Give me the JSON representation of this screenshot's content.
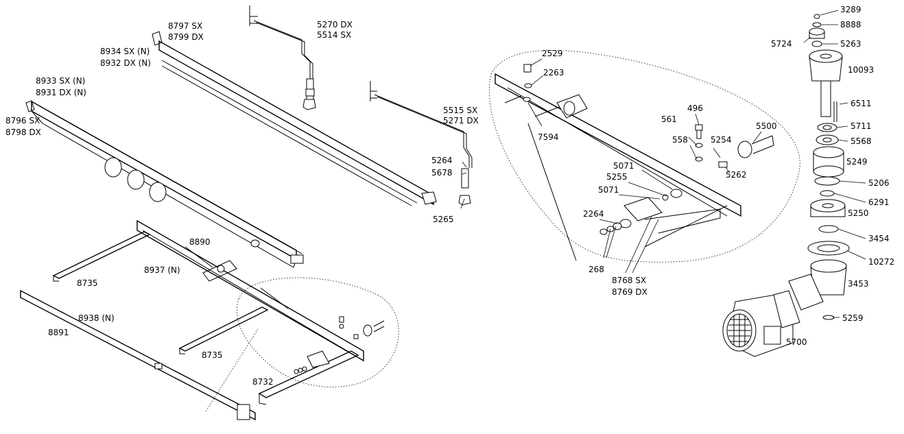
{
  "labels": {
    "l8797": "8797  SX",
    "l8799": "8799  DX",
    "l5270": "5270  DX",
    "l5514": "5514  SX",
    "l8934": "8934  SX  (N)",
    "l8932": "8932  DX  (N)",
    "l8933": "8933  SX  (N)",
    "l8931": "8931  DX  (N)",
    "l8796": "8796  SX",
    "l8798": "8798  DX",
    "l5515": "5515  SX",
    "l5271": "5271  DX",
    "l5264": "5264",
    "l5678": "5678",
    "l5265": "5265",
    "l8890": "8890",
    "l8937": "8937  (N)",
    "l8735a": "8735",
    "l8938": "8938  (N)",
    "l8891": "8891",
    "l8735b": "8735",
    "l8732": "8732",
    "l2529": "2529",
    "l2263": "2263",
    "l7594": "7594",
    "l496": "496",
    "l561": "561",
    "l558": "558",
    "l5500": "5500",
    "l5254": "5254",
    "l5262": "5262",
    "l5071a": "5071",
    "l5255": "5255",
    "l5071b": "5071",
    "l2264": "2264",
    "l268": "268",
    "l8768": "8768  SX",
    "l8769": "8769  DX",
    "l3289": "3289",
    "l8888": "8888",
    "l5724": "5724",
    "l5263": "5263",
    "l10093": "10093",
    "l6511": "6511",
    "l5711": "5711",
    "l5568": "5568",
    "l5249": "5249",
    "l5206": "5206",
    "l6291": "6291",
    "l5250": "5250",
    "l3454": "3454",
    "l10272": "10272",
    "l3453": "3453",
    "l5259": "5259",
    "l5700": "5700"
  }
}
